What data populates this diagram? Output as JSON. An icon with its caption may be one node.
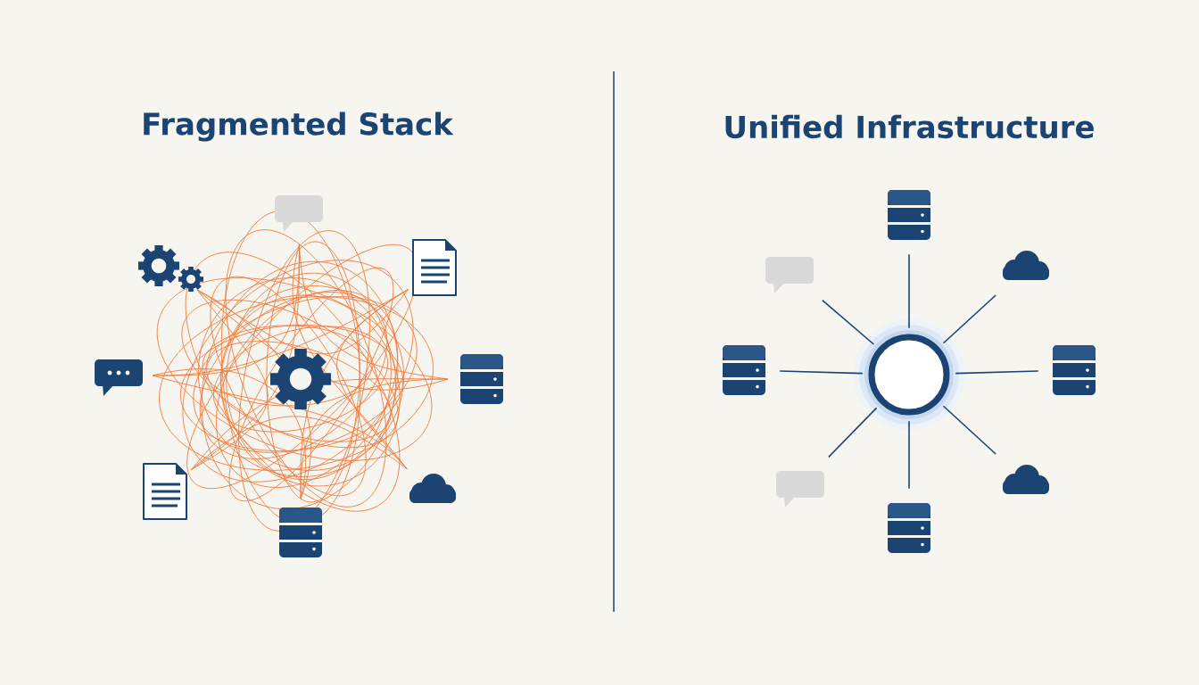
{
  "diagram": {
    "nodes": [
      {
        "text": [],
        "shape": "gear"
      },
      {
        "text": [],
        "shape": "bubble"
      },
      {
        "text": [],
        "shape": "document"
      },
      {
        "text": [],
        "shape": "gear"
      },
      {
        "text": [],
        "shape": "bubble"
      },
      {
        "text": [],
        "shape": "cylinder"
      },
      {
        "text": [],
        "shape": "document"
      },
      {
        "text": [],
        "shape": "cloud"
      },
      {
        "text": [],
        "shape": "cylinder"
      },
      {
        "text": [],
        "shape": "circle"
      },
      {
        "text": [],
        "shape": "cylinder"
      },
      {
        "text": [],
        "shape": "bubble"
      },
      {
        "text": [],
        "shape": "cloud"
      },
      {
        "text": [],
        "shape": "cylinder"
      },
      {
        "text": [],
        "shape": "cylinder"
      },
      {
        "text": [],
        "shape": "bubble"
      },
      {
        "text": [],
        "shape": "cloud"
      },
      {
        "text": [],
        "shape": "cylinder"
      }
    ],
    "edges": [
      {
        "from": 9,
        "to": 10,
        "arrow": "none"
      },
      {
        "from": 9,
        "to": 12,
        "arrow": "none"
      },
      {
        "from": 9,
        "to": 14,
        "arrow": "none"
      },
      {
        "from": 9,
        "to": 16,
        "arrow": "none"
      },
      {
        "from": 9,
        "to": 17,
        "arrow": "none"
      },
      {
        "from": 9,
        "to": 15,
        "arrow": "none"
      },
      {
        "from": 9,
        "to": 13,
        "arrow": "none"
      },
      {
        "from": 9,
        "to": 11,
        "arrow": "none"
      }
    ],
    "labels": [
      "Fragmented Stack",
      "Unified Infrastructure"
    ]
  }
}
